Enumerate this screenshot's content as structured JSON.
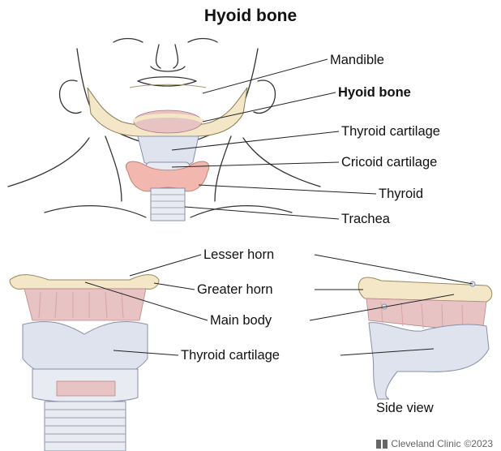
{
  "title": "Hyoid bone",
  "labels": {
    "mandible": "Mandible",
    "hyoid_bone": "Hyoid bone",
    "thyroid_cartilage_top": "Thyroid cartilage",
    "cricoid_cartilage": "Cricoid cartilage",
    "thyroid": "Thyroid",
    "trachea": "Trachea",
    "lesser_horn": "Lesser horn",
    "greater_horn": "Greater horn",
    "main_body": "Main body",
    "thyroid_cartilage_bottom": "Thyroid cartilage",
    "side_view": "Side view"
  },
  "credit": {
    "brand": "Cleveland Clinic",
    "year": "©2023"
  },
  "colors": {
    "bone": "#f3e7c8",
    "muscle": "#e8c3c3",
    "cartilage": "#dfe3ee",
    "thyroid": "#f2b8b0",
    "trachea": "#e9ebf2",
    "skin_outline": "#333333"
  }
}
